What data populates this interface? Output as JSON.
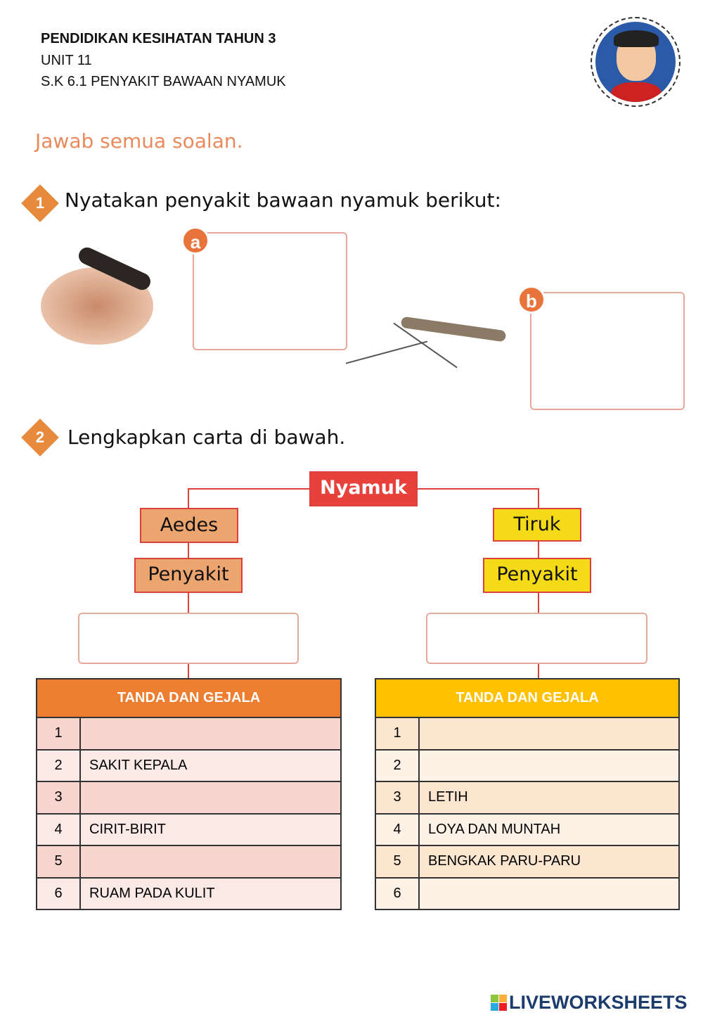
{
  "header": {
    "line1": "PENDIDIKAN KESIHATAN TAHUN 3",
    "line2": "UNIT 11",
    "line3": "S.K 6.1 PENYAKIT BAWAAN NYAMUK"
  },
  "instruction": "Jawab semua soalan.",
  "q1": {
    "number": "1",
    "text": "Nyatakan penyakit bawaan nyamuk berikut:",
    "a_label": "a",
    "b_label": "b",
    "a_answer": "",
    "b_answer": ""
  },
  "q2": {
    "number": "2",
    "text": "Lengkapkan carta di bawah."
  },
  "chart": {
    "root": "Nyamuk",
    "left": "Aedes",
    "right": "Tiruk",
    "left_sub": "Penyakit",
    "right_sub": "Penyakit",
    "left_answer": "",
    "right_answer": ""
  },
  "tables": [
    {
      "header": "TANDA DAN GEJALA",
      "color": "#ed7d31",
      "rows": [
        {
          "n": "1",
          "v": ""
        },
        {
          "n": "2",
          "v": "SAKIT KEPALA"
        },
        {
          "n": "3",
          "v": ""
        },
        {
          "n": "4",
          "v": "CIRIT-BIRIT"
        },
        {
          "n": "5",
          "v": ""
        },
        {
          "n": "6",
          "v": "RUAM PADA KULIT"
        }
      ]
    },
    {
      "header": "TANDA DAN GEJALA",
      "color": "#ffc000",
      "rows": [
        {
          "n": "1",
          "v": ""
        },
        {
          "n": "2",
          "v": ""
        },
        {
          "n": "3",
          "v": "LETIH"
        },
        {
          "n": "4",
          "v": "LOYA DAN MUNTAH"
        },
        {
          "n": "5",
          "v": "BENGKAK PARU-PARU"
        },
        {
          "n": "6",
          "v": ""
        }
      ]
    }
  ],
  "footer": {
    "logo": "LIVEWORKSHEETS"
  }
}
